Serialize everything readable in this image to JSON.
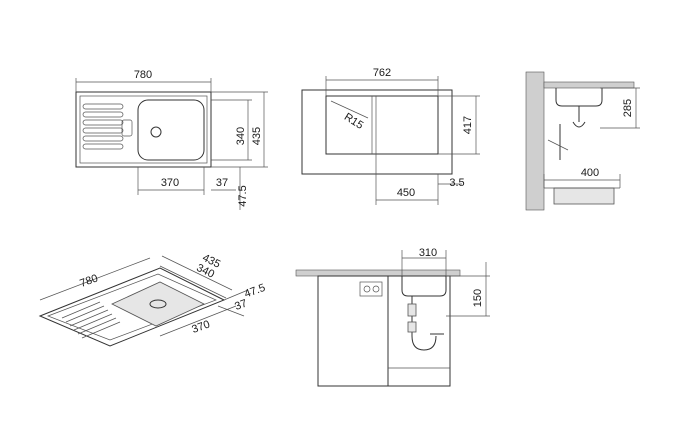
{
  "top_view": {
    "width": "780",
    "bowl_depth": "340",
    "overall_depth": "435",
    "bowl_width": "370",
    "edge_offset": "37",
    "edge_offset2": "47.5"
  },
  "cutout_view": {
    "width": "762",
    "depth": "417",
    "radius": "R15",
    "offset": "450",
    "offset2": "3.5"
  },
  "side_section": {
    "height": "285",
    "depth": "400"
  },
  "iso_view": {
    "width": "780",
    "depth": "435",
    "bowl_depth": "340",
    "bowl_width": "370",
    "edge1": "37",
    "edge2": "47.5"
  },
  "front_section": {
    "width": "310",
    "height": "150"
  }
}
